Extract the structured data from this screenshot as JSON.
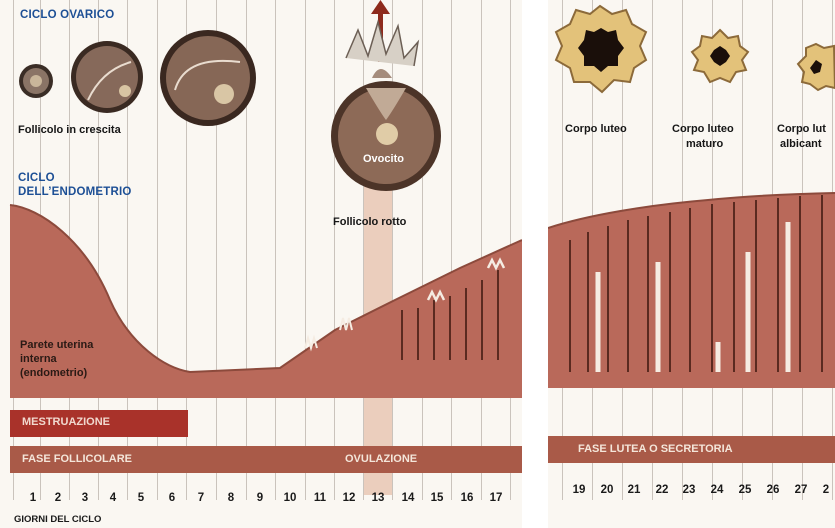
{
  "headings": {
    "ovarian_cycle": "CICLO OVARICO",
    "endometrium_cycle_line1": "CICLO",
    "endometrium_cycle_line2": "DELL’ENDOMETRIO"
  },
  "follicle_labels": {
    "growing": "Follicolo in crescita",
    "oocyte": "Ovocito",
    "ruptured": "Follicolo rotto"
  },
  "corpus_labels": {
    "corpus_luteum": "Corpo luteo",
    "mature_line1": "Corpo luteo",
    "mature_line2": "maturo",
    "albicans_line1": "Corpo lut",
    "albicans_line2": "albicant"
  },
  "endometrium_label": {
    "line1": "Parete uterina",
    "line2": "interna",
    "line3": "(endometrio)"
  },
  "phase_bars": {
    "menstruation": "MESTRUAZIONE",
    "follicular": "FASE FOLLICOLARE",
    "ovulation": "OVULAZIONE",
    "luteal": "FASE LUTEA O SECRETORIA"
  },
  "days_left": [
    "1",
    "2",
    "3",
    "4",
    "5",
    "6",
    "7",
    "8",
    "9",
    "10",
    "11",
    "12",
    "13",
    "14",
    "15",
    "16",
    "17"
  ],
  "days_right": [
    "19",
    "20",
    "21",
    "22",
    "23",
    "24",
    "25",
    "26",
    "27",
    "2"
  ],
  "axis_label": "GIORNI DEL CICLO",
  "colors": {
    "heading_blue": "#1d4f95",
    "endometrium": "#b9695a",
    "endometrium_dark": "#7d3b2e",
    "menstruation_bar": "#a9322a",
    "phase_bar": "#a95a48",
    "ovulation_band": "#e7c7b4",
    "arrow": "#8e2a1c",
    "corpus_yellow": "#e3c27a"
  }
}
